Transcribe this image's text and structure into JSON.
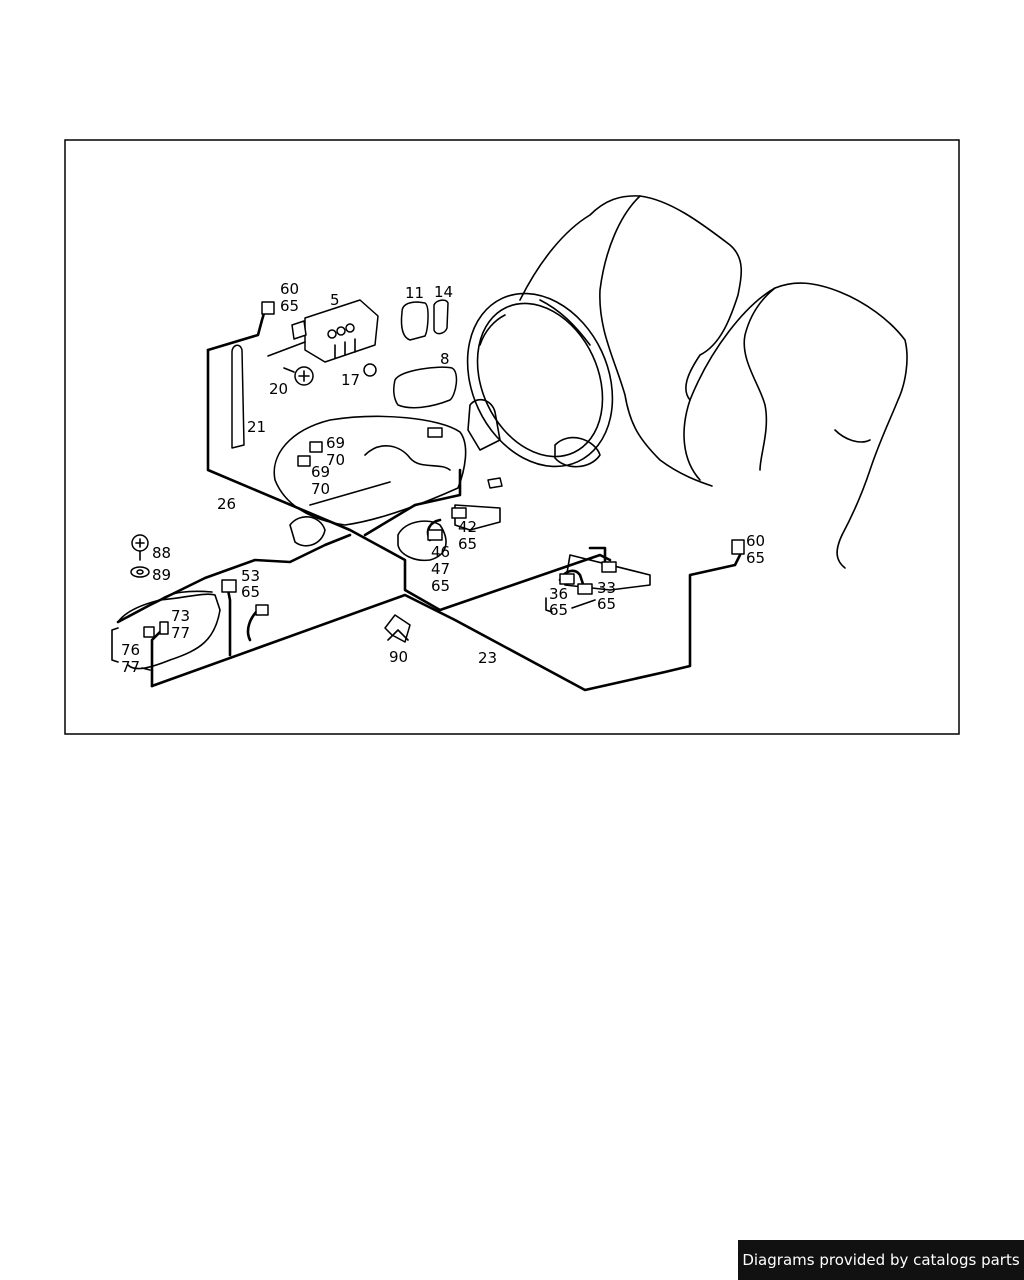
{
  "labels": {
    "l60a": "60",
    "l65a": "65",
    "l5": "5",
    "l11": "11",
    "l14": "14",
    "l8": "8",
    "l20": "20",
    "l17": "17",
    "l21": "21",
    "l69a": "69",
    "l70a": "70",
    "l69b": "69",
    "l70b": "70",
    "l26": "26",
    "l42": "42",
    "l65b": "65",
    "l46": "46",
    "l47": "47",
    "l65c": "65",
    "l88": "88",
    "l89": "89",
    "l53": "53",
    "l65d": "65",
    "l73": "73",
    "l77a": "77",
    "l76": "76",
    "l77b": "77",
    "l90": "90",
    "l23": "23",
    "l36": "36",
    "l65e": "65",
    "l33": "33",
    "l65f": "65",
    "l60b": "60",
    "l65g": "65"
  },
  "footer": {
    "credit": "Diagrams provided by catalogs parts"
  }
}
